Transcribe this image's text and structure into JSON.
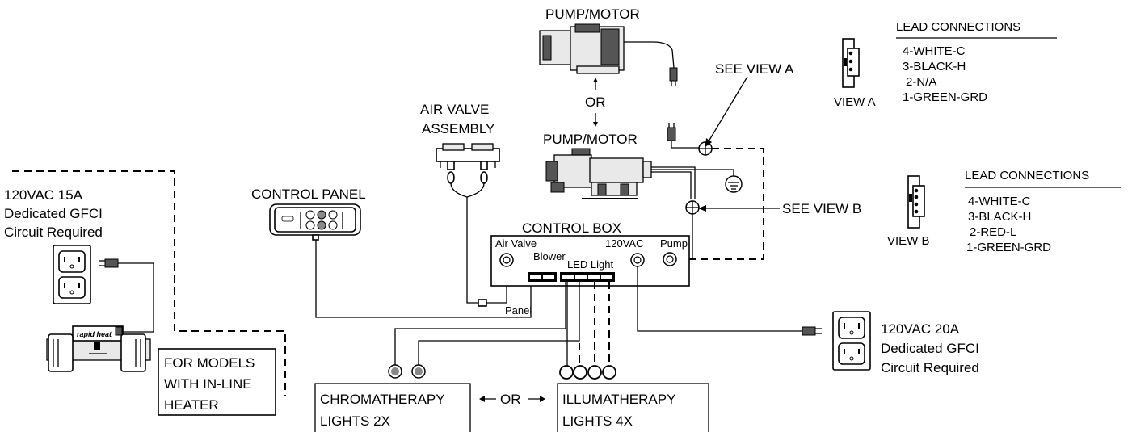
{
  "labels": {
    "pump_motor_top": "PUMP/MOTOR",
    "or_middle": "OR",
    "pump_motor_bottom": "PUMP/MOTOR",
    "see_view_a": "SEE VIEW A",
    "see_view_b": "SEE VIEW B",
    "air_valve_line1": "AIR VALVE",
    "air_valve_line2": "ASSEMBLY",
    "control_panel": "CONTROL PANEL",
    "control_box": "CONTROL BOX",
    "air_valve_port": "Air Valve",
    "blower_port": "Blower",
    "led_light_port": "LED Light",
    "vac_port": "120VAC",
    "pump_port": "Pump",
    "panel_port": "Panel",
    "heater_brand": "rapid heat",
    "left_power_line1": "120VAC 15A",
    "left_power_line2": "Dedicated GFCI",
    "left_power_line3": "Circuit Required",
    "right_power_line1": "120VAC 20A",
    "right_power_line2": "Dedicated GFCI",
    "right_power_line3": "Circuit Required",
    "heater_note_line1": "FOR MODELS",
    "heater_note_line2": "WITH IN-LINE",
    "heater_note_line3": "HEATER",
    "chroma_line1": "CHROMATHERAPY",
    "chroma_line2": "LIGHTS 2X",
    "or_lights": "OR",
    "illuma_line1": "ILLUMATHERAPY",
    "illuma_line2": "LIGHTS 4X"
  },
  "view_a": {
    "caption": "VIEW A",
    "title": "LEAD CONNECTIONS",
    "leads": [
      "4-WHITE-C",
      "3-BLACK-H",
      "2-N/A",
      "1-GREEN-GRD"
    ]
  },
  "view_b": {
    "caption": "VIEW B",
    "title": "LEAD CONNECTIONS",
    "leads": [
      "4-WHITE-C",
      "3-BLACK-H",
      "2-RED-L",
      "1-GREEN-GRD"
    ]
  }
}
